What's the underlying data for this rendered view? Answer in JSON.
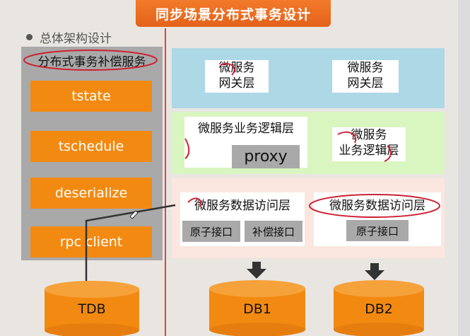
{
  "title": "同步场景分布式事务设计",
  "overview_label": "总体架构设计",
  "left_panel": {
    "heading": "分布式事务补偿服务",
    "modules": [
      "tstate",
      "tschedule",
      "deserialize",
      "rpc client"
    ]
  },
  "gateway_layer": {
    "left": "微服务\n网关层",
    "right": "微服务\n网关层"
  },
  "logic_layer": {
    "left": "微服务业务逻辑层",
    "proxy": "proxy",
    "right": "微服务\n业务逻辑层"
  },
  "data_layer": {
    "left_title": "微服务数据访问层",
    "left_btn1": "原子接口",
    "left_btn2": "补偿接口",
    "right_title": "微服务数据访问层",
    "right_btn1": "原子接口"
  },
  "databases": [
    "TDB",
    "DB1",
    "DB2"
  ],
  "colors": {
    "orange": "#f28a12",
    "banner": "#e96d1f",
    "gateway_bg": "#add8e6",
    "logic_bg": "#d9f5c0",
    "data_bg": "#fbe7df",
    "module_panel": "#a9a9a9",
    "annotation": "#cc2233"
  }
}
